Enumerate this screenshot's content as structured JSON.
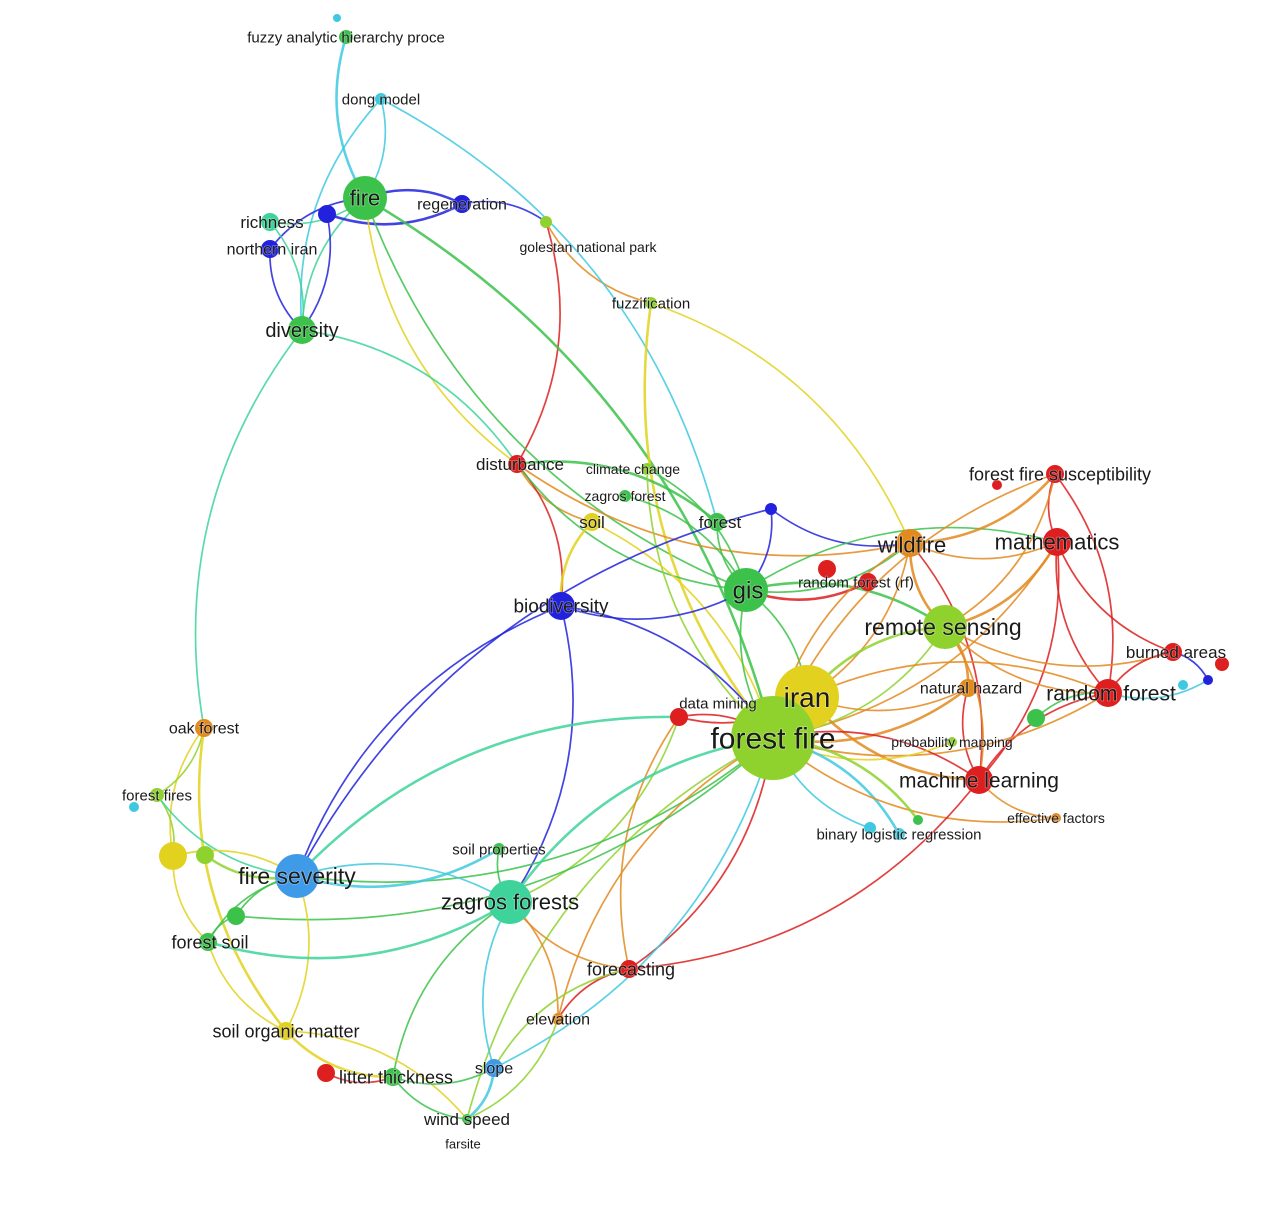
{
  "network": {
    "colors": {
      "blue": "#2222dd",
      "lightblue": "#3f9be8",
      "cyan": "#3ec9e0",
      "teal": "#3dd39a",
      "green": "#3cc24a",
      "lime": "#8fd22e",
      "yellow": "#e2d21f",
      "orange": "#e38a1f",
      "red": "#dd1f1f"
    },
    "nodes": [
      {
        "id": "fuzzy-ahp",
        "label": "fuzzy analytic hierarchy proce",
        "color": "green",
        "size": "xs"
      },
      {
        "id": "dong-model",
        "label": "dong model",
        "color": "cyan",
        "size": "xs"
      },
      {
        "id": "fire",
        "label": "fire",
        "color": "green",
        "size": "l"
      },
      {
        "id": "richness",
        "label": "richness",
        "color": "teal",
        "size": "s"
      },
      {
        "id": "northern-iran",
        "label": "northern iran",
        "color": "blue",
        "size": "s"
      },
      {
        "id": "regeneration",
        "label": "regeneration",
        "color": "blue",
        "size": "s"
      },
      {
        "id": "golestan",
        "label": "golestan national park",
        "color": "lime",
        "size": "xs"
      },
      {
        "id": "fuzzification",
        "label": "fuzzification",
        "color": "lime",
        "size": "xs"
      },
      {
        "id": "diversity",
        "label": "diversity",
        "color": "green",
        "size": "m"
      },
      {
        "id": "disturbance",
        "label": "disturbance",
        "color": "red",
        "size": "s"
      },
      {
        "id": "climate-change",
        "label": "climate change",
        "color": "lime",
        "size": "xs"
      },
      {
        "id": "zagros-forest",
        "label": "zagros forest",
        "color": "green",
        "size": "xs"
      },
      {
        "id": "soil",
        "label": "soil",
        "color": "yellow",
        "size": "s"
      },
      {
        "id": "forest",
        "label": "forest",
        "color": "green",
        "size": "s"
      },
      {
        "id": "forest-fire-susc",
        "label": "forest fire susceptibility",
        "color": "red",
        "size": "s"
      },
      {
        "id": "wildfire",
        "label": "wildfire",
        "color": "orange",
        "size": "m"
      },
      {
        "id": "mathematics",
        "label": "mathematics",
        "color": "red",
        "size": "m"
      },
      {
        "id": "gis",
        "label": "gis",
        "color": "green",
        "size": "l"
      },
      {
        "id": "random-forest-rf",
        "label": "random forest (rf)",
        "color": "red",
        "size": "s"
      },
      {
        "id": "biodiversity",
        "label": "biodiversity",
        "color": "blue",
        "size": "m"
      },
      {
        "id": "remote-sensing",
        "label": "remote sensing",
        "color": "lime",
        "size": "l"
      },
      {
        "id": "burned-areas",
        "label": "burned areas",
        "color": "red",
        "size": "s"
      },
      {
        "id": "iran",
        "label": "iran",
        "color": "yellow",
        "size": "xl"
      },
      {
        "id": "natural-hazard",
        "label": "natural hazard",
        "color": "orange",
        "size": "s"
      },
      {
        "id": "random-forest",
        "label": "random forest",
        "color": "red",
        "size": "m"
      },
      {
        "id": "data-mining",
        "label": "data mining",
        "color": "red",
        "size": "s"
      },
      {
        "id": "forest-fire",
        "label": "forest fire",
        "color": "lime",
        "size": "xxl"
      },
      {
        "id": "oak-forest",
        "label": "oak forest",
        "color": "orange",
        "size": "xs"
      },
      {
        "id": "probability-mapping",
        "label": "probability mapping",
        "color": "lime",
        "size": "xs"
      },
      {
        "id": "machine-learning",
        "label": "machine learning",
        "color": "red",
        "size": "m"
      },
      {
        "id": "effective-factors",
        "label": "effective factors",
        "color": "orange",
        "size": "xs"
      },
      {
        "id": "forest-fires",
        "label": "forest fires",
        "color": "lime",
        "size": "xs"
      },
      {
        "id": "binary-logistic",
        "label": "binary logistic regression",
        "color": "cyan",
        "size": "xs"
      },
      {
        "id": "soil-properties",
        "label": "soil properties",
        "color": "green",
        "size": "xs"
      },
      {
        "id": "fire-severity",
        "label": "fire severity",
        "color": "lightblue",
        "size": "l"
      },
      {
        "id": "zagros-forests",
        "label": "zagros forests",
        "color": "teal",
        "size": "l"
      },
      {
        "id": "forest-soil",
        "label": "forest soil",
        "color": "green",
        "size": "s"
      },
      {
        "id": "forecasting",
        "label": "forecasting",
        "color": "red",
        "size": "s"
      },
      {
        "id": "elevation",
        "label": "elevation",
        "color": "orange",
        "size": "xs"
      },
      {
        "id": "soil-organic-matter",
        "label": "soil organic matter",
        "color": "yellow",
        "size": "s"
      },
      {
        "id": "litter-thickness",
        "label": "litter thickness",
        "color": "green",
        "size": "s"
      },
      {
        "id": "slope",
        "label": "slope",
        "color": "lightblue",
        "size": "s"
      },
      {
        "id": "wind-speed",
        "label": "wind speed",
        "color": "green",
        "size": "xs"
      },
      {
        "id": "farsite",
        "label": "farsite",
        "color": "lime",
        "size": "xs"
      },
      {
        "id": "u-yellow",
        "label": "",
        "color": "yellow",
        "size": "m"
      },
      {
        "id": "u-lime",
        "label": "",
        "color": "lime",
        "size": "s"
      },
      {
        "id": "u-green1",
        "label": "",
        "color": "green",
        "size": "s"
      },
      {
        "id": "u-blue1",
        "label": "",
        "color": "blue",
        "size": "xs"
      },
      {
        "id": "u-blue2",
        "label": "",
        "color": "blue",
        "size": "s"
      },
      {
        "id": "u-blue3",
        "label": "",
        "color": "blue",
        "size": "xs"
      },
      {
        "id": "u-cyan1",
        "label": "",
        "color": "cyan",
        "size": "xs"
      },
      {
        "id": "u-green2",
        "label": "",
        "color": "green",
        "size": "s"
      },
      {
        "id": "u-green3",
        "label": "",
        "color": "green",
        "size": "xs"
      },
      {
        "id": "u-red1",
        "label": "",
        "color": "red",
        "size": "s"
      },
      {
        "id": "u-red2",
        "label": "",
        "color": "red",
        "size": "xs"
      },
      {
        "id": "u-red3",
        "label": "",
        "color": "red",
        "size": "s"
      },
      {
        "id": "u-cyan2",
        "label": "",
        "color": "cyan",
        "size": "xs"
      },
      {
        "id": "u-cyan3",
        "label": "",
        "color": "cyan",
        "size": "xs"
      },
      {
        "id": "u-cyan4",
        "label": "",
        "color": "cyan",
        "size": "xs"
      },
      {
        "id": "u-red4",
        "label": "",
        "color": "red",
        "size": "xs"
      }
    ],
    "edges": [
      [
        "fuzzy-ahp",
        "fire",
        "cyan"
      ],
      [
        "dong-model",
        "fire",
        "cyan"
      ],
      [
        "dong-model",
        "diversity",
        "cyan"
      ],
      [
        "fire",
        "richness",
        "teal"
      ],
      [
        "fire",
        "northern-iran",
        "blue"
      ],
      [
        "fire",
        "regeneration",
        "blue"
      ],
      [
        "fire",
        "diversity",
        "teal"
      ],
      [
        "richness",
        "diversity",
        "teal"
      ],
      [
        "northern-iran",
        "diversity",
        "blue"
      ],
      [
        "u-blue2",
        "diversity",
        "blue"
      ],
      [
        "u-blue2",
        "regeneration",
        "blue"
      ],
      [
        "regeneration",
        "golestan",
        "blue"
      ],
      [
        "golestan",
        "fuzzification",
        "orange"
      ],
      [
        "golestan",
        "disturbance",
        "red"
      ],
      [
        "fire",
        "gis",
        "green"
      ],
      [
        "fire",
        "forest-fire",
        "green"
      ],
      [
        "fire",
        "disturbance",
        "yellow"
      ],
      [
        "diversity",
        "disturbance",
        "teal"
      ],
      [
        "diversity",
        "oak-forest",
        "teal"
      ],
      [
        "dong-model",
        "forest",
        "cyan"
      ],
      [
        "fuzzification",
        "forest-fire",
        "yellow"
      ],
      [
        "fuzzification",
        "wildfire",
        "yellow"
      ],
      [
        "disturbance",
        "soil",
        "orange"
      ],
      [
        "disturbance",
        "biodiversity",
        "red"
      ],
      [
        "disturbance",
        "gis",
        "green"
      ],
      [
        "disturbance",
        "forest",
        "green"
      ],
      [
        "disturbance",
        "wildfire",
        "orange"
      ],
      [
        "climate-change",
        "gis",
        "green"
      ],
      [
        "climate-change",
        "forest-fire",
        "lime"
      ],
      [
        "zagros-forest",
        "gis",
        "green"
      ],
      [
        "soil",
        "biodiversity",
        "yellow"
      ],
      [
        "soil",
        "forest-fire",
        "yellow"
      ],
      [
        "forest",
        "gis",
        "green"
      ],
      [
        "u-blue1",
        "gis",
        "blue"
      ],
      [
        "u-blue1",
        "wildfire",
        "blue"
      ],
      [
        "gis",
        "remote-sensing",
        "green"
      ],
      [
        "gis",
        "forest-fire",
        "green"
      ],
      [
        "gis",
        "iran",
        "green"
      ],
      [
        "gis",
        "wildfire",
        "green"
      ],
      [
        "gis",
        "mathematics",
        "green"
      ],
      [
        "gis",
        "random-forest-rf",
        "red"
      ],
      [
        "biodiversity",
        "forest-fire",
        "blue"
      ],
      [
        "biodiversity",
        "fire-severity",
        "blue"
      ],
      [
        "biodiversity",
        "zagros-forests",
        "blue"
      ],
      [
        "biodiversity",
        "gis",
        "blue"
      ],
      [
        "forest-fire-susc",
        "wildfire",
        "orange"
      ],
      [
        "forest-fire-susc",
        "mathematics",
        "red"
      ],
      [
        "forest-fire-susc",
        "remote-sensing",
        "orange"
      ],
      [
        "forest-fire-susc",
        "forest-fire",
        "orange"
      ],
      [
        "forest-fire-susc",
        "random-forest",
        "red"
      ],
      [
        "wildfire",
        "remote-sensing",
        "orange"
      ],
      [
        "wildfire",
        "iran",
        "orange"
      ],
      [
        "wildfire",
        "forest-fire",
        "orange"
      ],
      [
        "wildfire",
        "machine-learning",
        "red"
      ],
      [
        "wildfire",
        "mathematics",
        "orange"
      ],
      [
        "mathematics",
        "remote-sensing",
        "orange"
      ],
      [
        "mathematics",
        "random-forest",
        "red"
      ],
      [
        "mathematics",
        "machine-learning",
        "red"
      ],
      [
        "mathematics",
        "burned-areas",
        "red"
      ],
      [
        "mathematics",
        "forest-fire",
        "orange"
      ],
      [
        "remote-sensing",
        "iran",
        "lime"
      ],
      [
        "remote-sensing",
        "forest-fire",
        "lime"
      ],
      [
        "remote-sensing",
        "random-forest",
        "orange"
      ],
      [
        "remote-sensing",
        "machine-learning",
        "orange"
      ],
      [
        "remote-sensing",
        "burned-areas",
        "orange"
      ],
      [
        "remote-sensing",
        "natural-hazard",
        "orange"
      ],
      [
        "burned-areas",
        "random-forest",
        "red"
      ],
      [
        "u-blue3",
        "random-forest",
        "cyan"
      ],
      [
        "u-blue3",
        "burned-areas",
        "blue"
      ],
      [
        "iran",
        "forest-fire",
        "yellow"
      ],
      [
        "iran",
        "machine-learning",
        "orange"
      ],
      [
        "iran",
        "random-forest",
        "orange"
      ],
      [
        "iran",
        "natural-hazard",
        "orange"
      ],
      [
        "iran",
        "data-mining",
        "red"
      ],
      [
        "natural-hazard",
        "machine-learning",
        "red"
      ],
      [
        "natural-hazard",
        "forest-fire",
        "orange"
      ],
      [
        "random-forest",
        "machine-learning",
        "red"
      ],
      [
        "random-forest",
        "forest-fire",
        "orange"
      ],
      [
        "random-forest",
        "u-green2",
        "green"
      ],
      [
        "data-mining",
        "forest-fire",
        "red"
      ],
      [
        "data-mining",
        "fire-severity",
        "teal"
      ],
      [
        "data-mining",
        "zagros-forests",
        "lime"
      ],
      [
        "data-mining",
        "forecasting",
        "orange"
      ],
      [
        "forest-fire",
        "machine-learning",
        "red"
      ],
      [
        "forest-fire",
        "probability-mapping",
        "yellow"
      ],
      [
        "forest-fire",
        "binary-logistic",
        "cyan"
      ],
      [
        "forest-fire",
        "effective-factors",
        "orange"
      ],
      [
        "forest-fire",
        "forecasting",
        "red"
      ],
      [
        "forest-fire",
        "wind-speed",
        "lime"
      ],
      [
        "forest-fire",
        "fire-severity",
        "green"
      ],
      [
        "forest-fire",
        "zagros-forests",
        "teal"
      ],
      [
        "forest-fire",
        "slope",
        "cyan"
      ],
      [
        "forest-fire",
        "elevation",
        "orange"
      ],
      [
        "forest-fire",
        "u-green1",
        "green"
      ],
      [
        "forest-fire",
        "u-cyan2",
        "cyan"
      ],
      [
        "forest-fire",
        "u-green3",
        "lime"
      ],
      [
        "machine-learning",
        "effective-factors",
        "orange"
      ],
      [
        "machine-learning",
        "forecasting",
        "red"
      ],
      [
        "oak-forest",
        "u-yellow",
        "yellow"
      ],
      [
        "oak-forest",
        "forest-fires",
        "lime"
      ],
      [
        "oak-forest",
        "soil-organic-matter",
        "yellow"
      ],
      [
        "forest-fires",
        "u-yellow",
        "lime"
      ],
      [
        "forest-fires",
        "fire-severity",
        "teal"
      ],
      [
        "fire-severity",
        "zagros-forests",
        "cyan"
      ],
      [
        "fire-severity",
        "forest-soil",
        "green"
      ],
      [
        "fire-severity",
        "u-lime",
        "lime"
      ],
      [
        "fire-severity",
        "u-yellow",
        "yellow"
      ],
      [
        "fire-severity",
        "soil-organic-matter",
        "yellow"
      ],
      [
        "fire-severity",
        "u-green1",
        "green"
      ],
      [
        "fire-severity",
        "u-blue1",
        "blue"
      ],
      [
        "fire-severity",
        "soil-properties",
        "cyan"
      ],
      [
        "zagros-forests",
        "soil-properties",
        "green"
      ],
      [
        "zagros-forests",
        "forecasting",
        "orange"
      ],
      [
        "zagros-forests",
        "elevation",
        "orange"
      ],
      [
        "zagros-forests",
        "slope",
        "cyan"
      ],
      [
        "zagros-forests",
        "forest-soil",
        "teal"
      ],
      [
        "zagros-forests",
        "litter-thickness",
        "green"
      ],
      [
        "forest-soil",
        "u-yellow",
        "yellow"
      ],
      [
        "forest-soil",
        "soil-organic-matter",
        "yellow"
      ],
      [
        "forest-soil",
        "u-green1",
        "green"
      ],
      [
        "soil-organic-matter",
        "litter-thickness",
        "yellow"
      ],
      [
        "soil-organic-matter",
        "wind-speed",
        "yellow"
      ],
      [
        "litter-thickness",
        "slope",
        "green"
      ],
      [
        "litter-thickness",
        "u-red1",
        "red"
      ],
      [
        "litter-thickness",
        "wind-speed",
        "green"
      ],
      [
        "slope",
        "wind-speed",
        "cyan"
      ],
      [
        "wind-speed",
        "elevation",
        "lime"
      ],
      [
        "elevation",
        "forecasting",
        "red"
      ],
      [
        "forecasting",
        "slope",
        "lime"
      ]
    ]
  }
}
